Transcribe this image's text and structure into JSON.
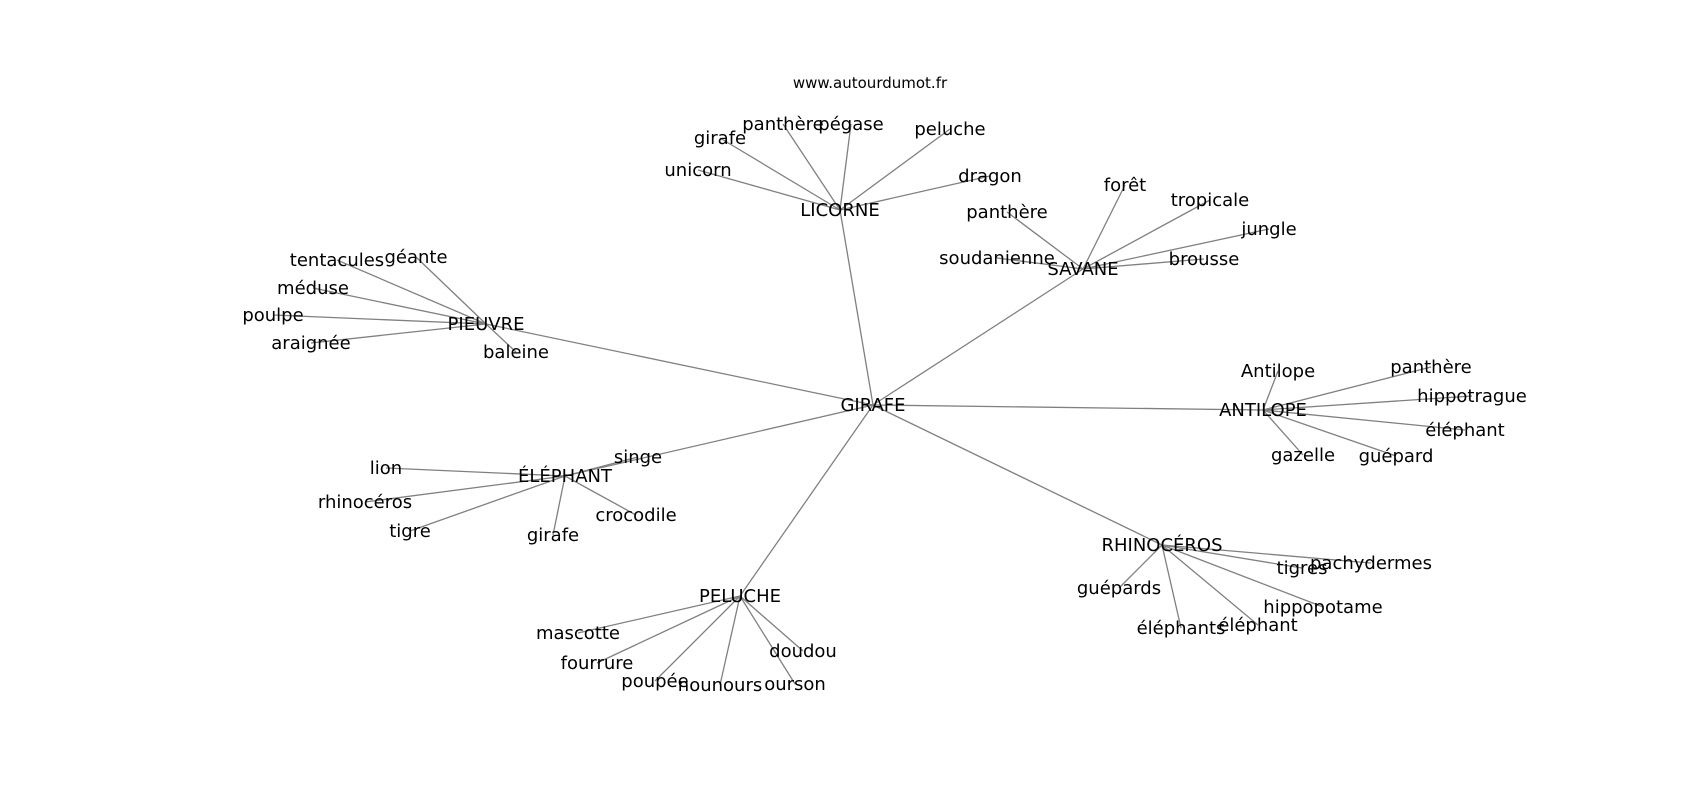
{
  "site": "www.autourdumot.fr",
  "center": "GIRAFE",
  "colors": {
    "edge": "#808080",
    "text": "#000000",
    "background": "#ffffff"
  },
  "clusters": [
    {
      "label": "LICORNE",
      "words": [
        "girafe",
        "panthère",
        "pégase",
        "peluche",
        "unicorn",
        "dragon"
      ]
    },
    {
      "label": "SAVANE",
      "words": [
        "forêt",
        "tropicale",
        "panthère",
        "jungle",
        "soudanienne",
        "brousse"
      ]
    },
    {
      "label": "PIEUVRE",
      "words": [
        "tentacules",
        "géante",
        "méduse",
        "poulpe",
        "araignée",
        "baleine"
      ]
    },
    {
      "label": "ANTILOPE",
      "words": [
        "Antilope",
        "panthère",
        "hippotrague",
        "éléphant",
        "gazelle",
        "guépard"
      ]
    },
    {
      "label": "ÉLÉPHANT",
      "words": [
        "singe",
        "lion",
        "rhinocéros",
        "tigre",
        "girafe",
        "crocodile"
      ]
    },
    {
      "label": "RHINOCÉROS",
      "words": [
        "pachydermes",
        "tigres",
        "guépards",
        "hippopotame",
        "éléphants",
        "éléphant"
      ]
    },
    {
      "label": "PELUCHE",
      "words": [
        "mascotte",
        "fourrure",
        "poupée",
        "nounours",
        "ourson",
        "doudou"
      ]
    }
  ]
}
